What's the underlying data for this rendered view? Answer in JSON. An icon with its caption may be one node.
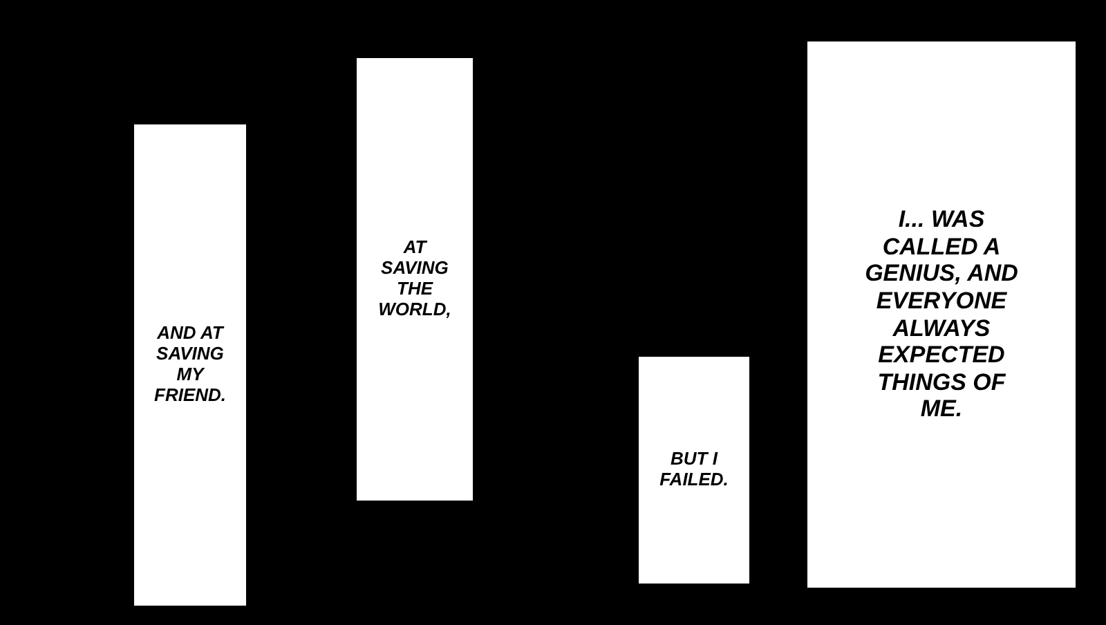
{
  "diagram": {
    "nodes": [
      {
        "text": [
          "I... WAS CALLED A GENIUS, AND EVERYONE ALWAYS EXPECTED THINGS OF ME."
        ]
      },
      {
        "text": [
          "BUT I FAILED."
        ]
      },
      {
        "text": [
          "AT SAVING THE WORLD,"
        ]
      },
      {
        "text": [
          "AND AT SAVING MY FRIEND."
        ]
      }
    ]
  }
}
